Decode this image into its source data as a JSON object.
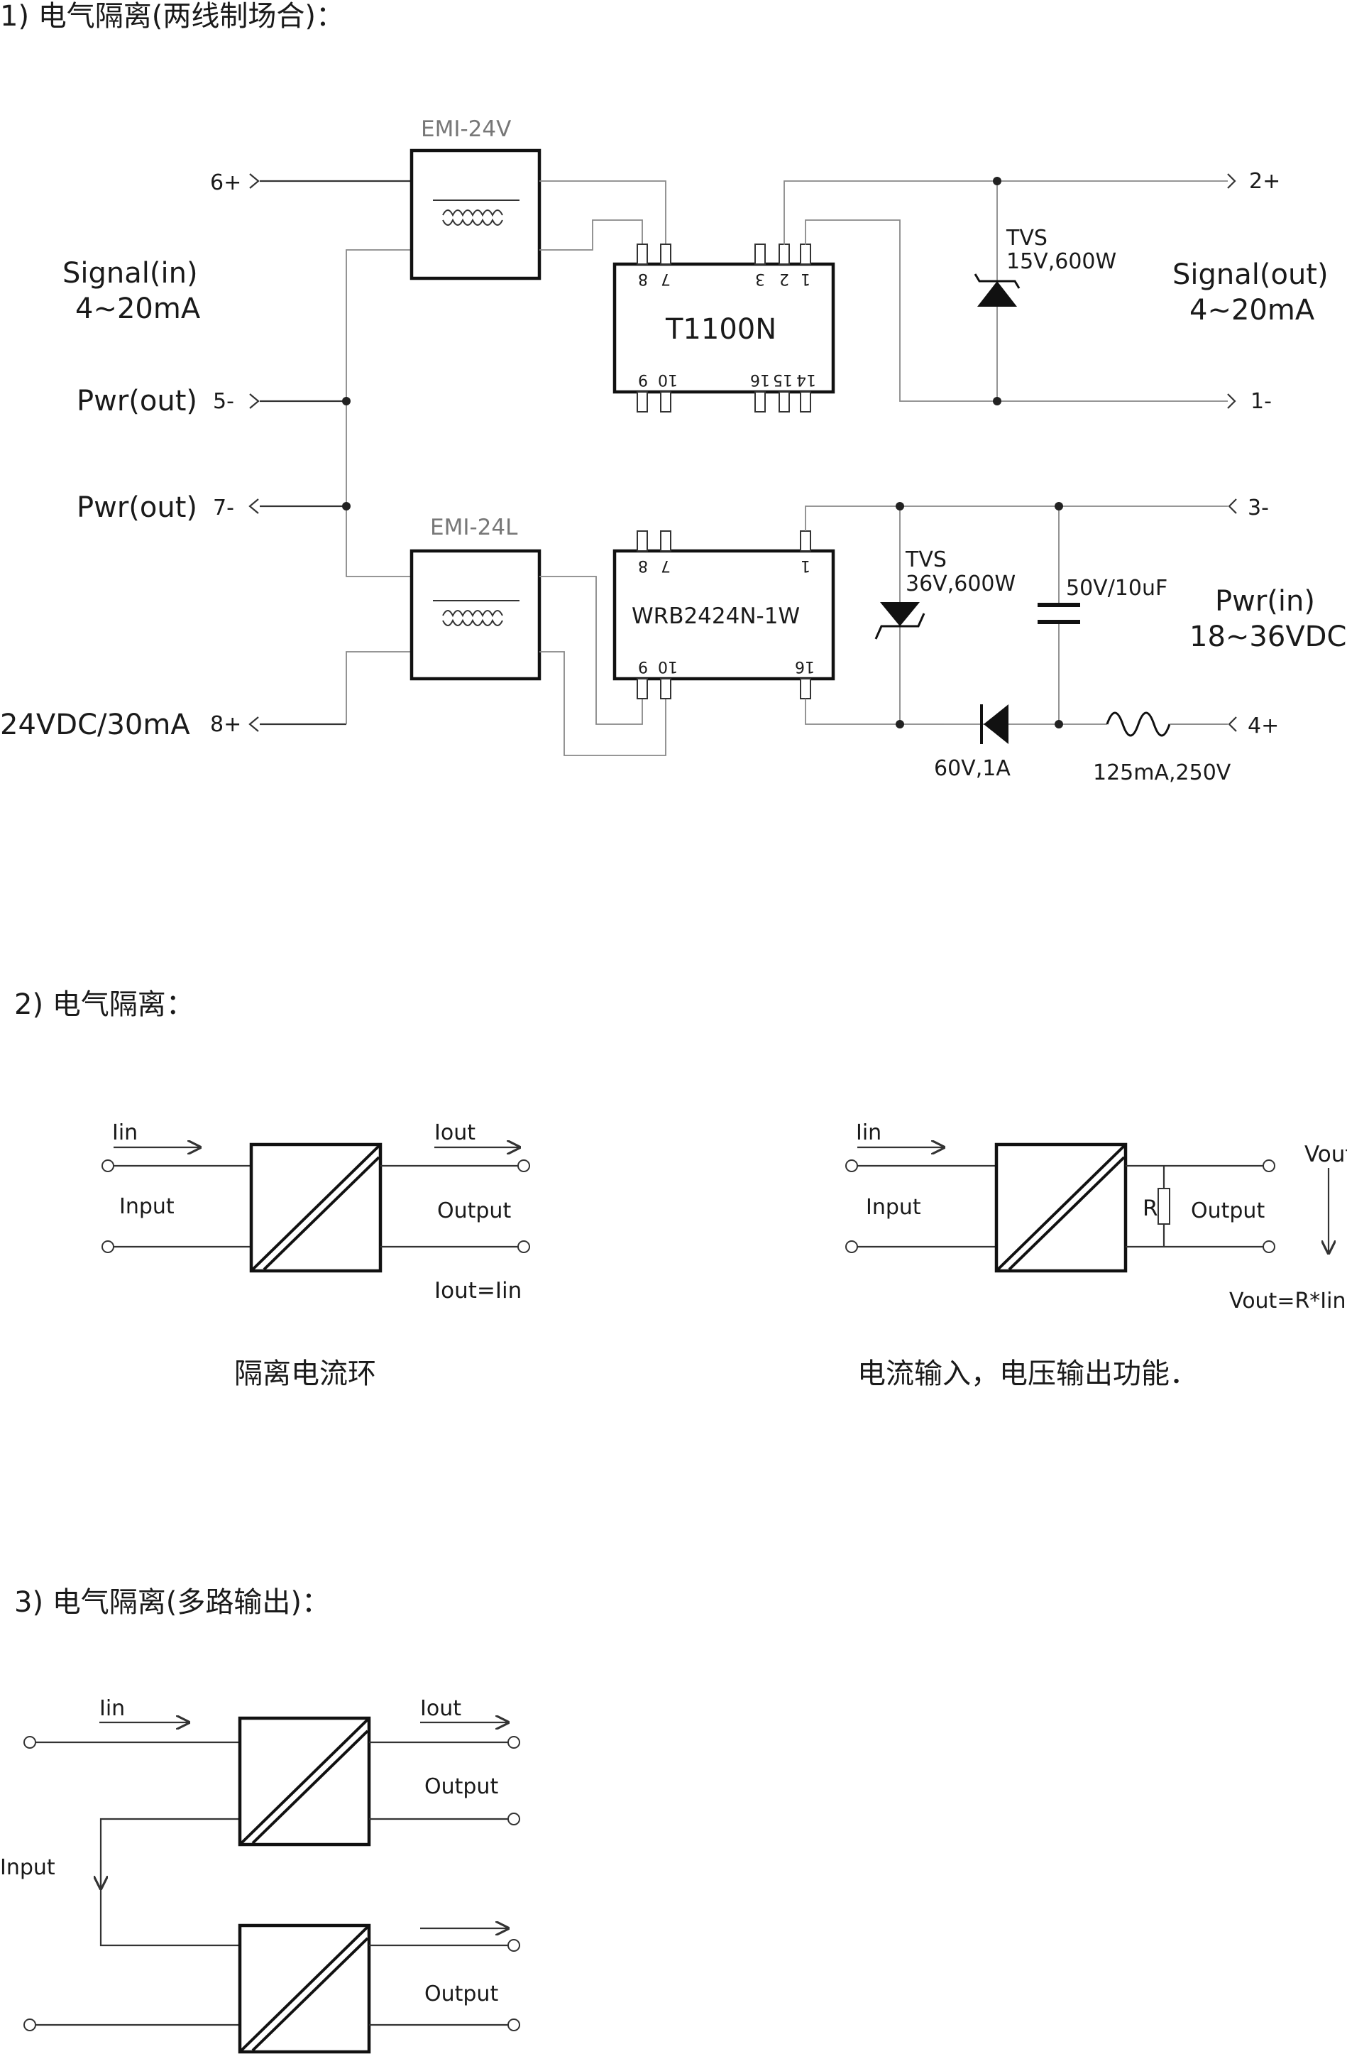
{
  "sections": [
    {
      "title": "1) 电气隔离(两线制场合)："
    },
    {
      "title": "2) 电气隔离："
    },
    {
      "title": "3) 电气隔离(多路输出)："
    }
  ],
  "circuit": {
    "emi_top": "EMI-24V",
    "emi_bottom": "EMI-24L",
    "module_top": "T1100N",
    "module_bottom": "WRB2424N-1W",
    "pins_top_upper": [
      "7",
      "8",
      "3",
      "2",
      "1"
    ],
    "pins_top_lower": [
      "10",
      "9",
      "16",
      "15",
      "14"
    ],
    "pins_bottom_upper": [
      "7",
      "8",
      "1"
    ],
    "pins_bottom_lower": [
      "10",
      "9",
      "16"
    ],
    "left_terminals": [
      "6+",
      "5-",
      "7-",
      "8+"
    ],
    "right_terminals": [
      "2+",
      "1-",
      "3-",
      "4+"
    ],
    "signal_in": [
      "Signal(in)",
      "4~20mA"
    ],
    "pwr_out_1": "Pwr(out)",
    "pwr_out_2": "Pwr(out)",
    "supply_out": "24VDC/30mA",
    "signal_out": [
      "Signal(out)",
      "4~20mA"
    ],
    "pwr_in": [
      "Pwr(in)",
      "18~36VDC"
    ],
    "tvs_top": [
      "TVS",
      "15V,600W"
    ],
    "tvs_bottom": [
      "TVS",
      "36V,600W"
    ],
    "capacitor": "50V/10uF",
    "diode": "60V,1A",
    "fuse": "125mA,250V"
  },
  "diagram2": {
    "left": {
      "i_in": "Iin",
      "i_out": "Iout",
      "input_label": "Input",
      "output_label": "Output",
      "relation": "Iout=Iin",
      "caption": "隔离电流环"
    },
    "right": {
      "i_in": "Iin",
      "input_label": "Input",
      "output_label": "Output",
      "resistor": "R",
      "vout": "Vout",
      "relation": "Vout=R*Iin",
      "caption": "电流输入，电压输出功能．"
    }
  },
  "diagram3": {
    "i_in": "Iin",
    "i_out": "Iout",
    "input_label": "Input",
    "output_top": "Output",
    "output_bottom": "Output"
  }
}
